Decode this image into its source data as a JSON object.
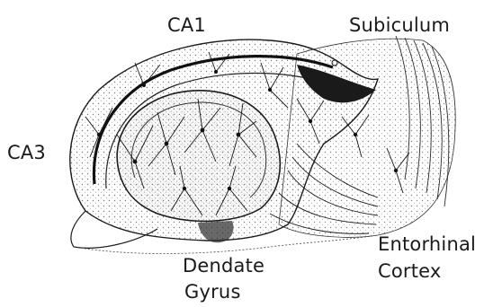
{
  "labels": {
    "ca1": "CA1",
    "subiculum": "Subiculum",
    "ca3": "CA3",
    "dentate_line1": "Dendate",
    "dentate_line2": "Gyrus",
    "entorhinal_line1": "Entorhinal",
    "entorhinal_line2": "Cortex"
  },
  "colors": {
    "ink": "#1a1a1a",
    "stipple": "#6b6b6b",
    "background": "#ffffff"
  }
}
